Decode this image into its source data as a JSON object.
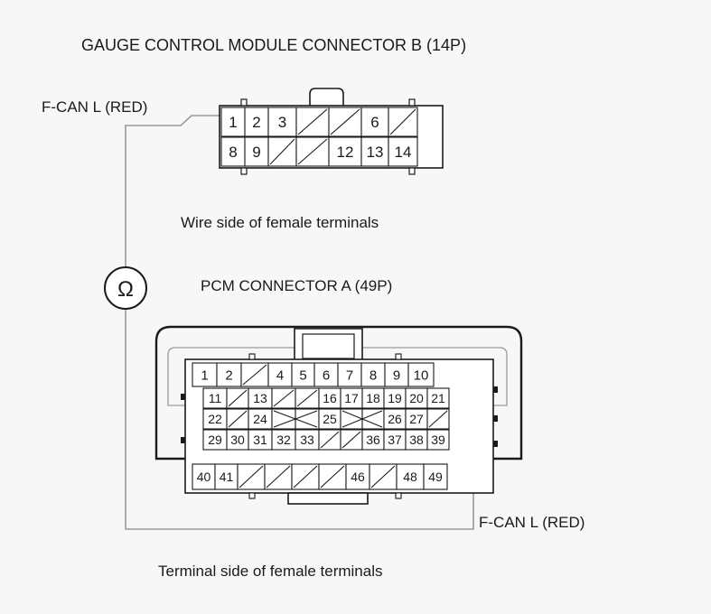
{
  "connector_b": {
    "title": "GAUGE CONTROL MODULE CONNECTOR B (14P)",
    "caption": "Wire side of female terminals",
    "rows": [
      [
        "1",
        "2",
        "3",
        "",
        "",
        "6",
        ""
      ],
      [
        "8",
        "9",
        "",
        "",
        "12",
        "13",
        "14"
      ]
    ]
  },
  "connector_a": {
    "title": "PCM CONNECTOR A (49P)",
    "caption": "Terminal side of female terminals",
    "rows": [
      [
        "1",
        "2",
        "",
        "4",
        "5",
        "6",
        "7",
        "8",
        "9",
        "10"
      ],
      [
        "11",
        "",
        "13",
        "",
        "",
        "16",
        "17",
        "18",
        "19",
        "20",
        "21"
      ],
      [
        "22",
        "",
        "24",
        "",
        "",
        "25",
        "",
        "",
        "26",
        "27",
        ""
      ],
      [
        "29",
        "30",
        "31",
        "32",
        "33",
        "",
        "",
        "36",
        "37",
        "38",
        "39"
      ],
      [
        "40",
        "41",
        "",
        "",
        "",
        "",
        "46",
        "",
        "48",
        "49"
      ]
    ]
  },
  "wire_labels": {
    "top": "F-CAN L (RED)",
    "bottom": "F-CAN L (RED)"
  },
  "ohmmeter_symbol": "Ω"
}
